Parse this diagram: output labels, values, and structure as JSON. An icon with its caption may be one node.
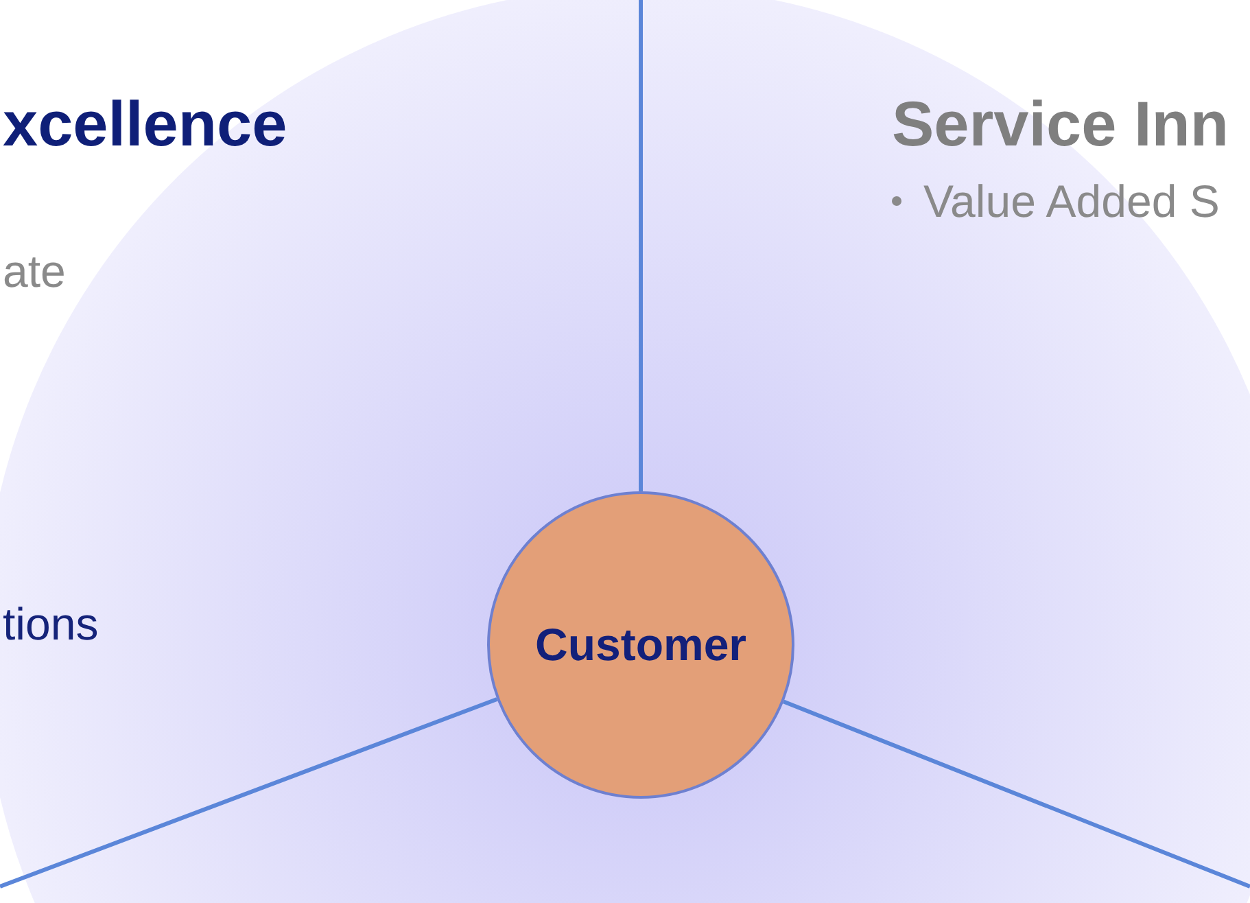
{
  "diagram": {
    "nodes": [
      {
        "text": [
          "Customer"
        ]
      }
    ],
    "labels": [
      "xcellence",
      "ate",
      "tions",
      "Service Inn",
      "Value Added S"
    ]
  }
}
